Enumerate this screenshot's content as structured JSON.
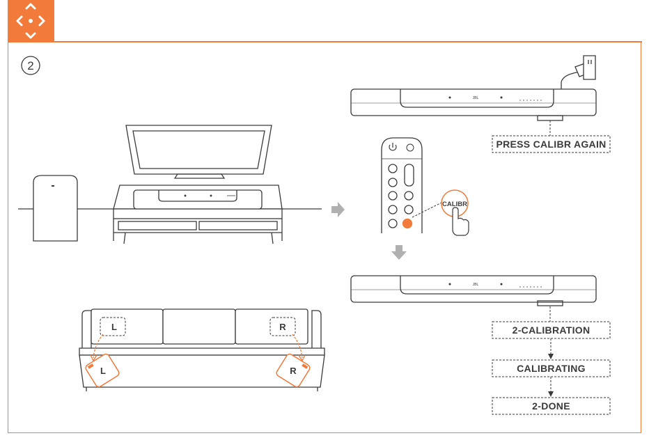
{
  "step_number": "2",
  "sofa": {
    "left_label": "L",
    "right_label": "R"
  },
  "remote": {
    "button_callout": "CALIBR"
  },
  "status_boxes": {
    "press_again": "PRESS CALIBR AGAIN",
    "calibration_mode": "2-CALIBRATION",
    "calibrating": "CALIBRATING",
    "done": "2-DONE"
  },
  "colors": {
    "accent": "#f27a3a",
    "line": "#3a3a3a",
    "arrow_gray": "#b0b0b0"
  },
  "icons": {
    "header": "navigation-diamond-icon",
    "power": "power-icon",
    "hand": "hand-press-icon"
  }
}
